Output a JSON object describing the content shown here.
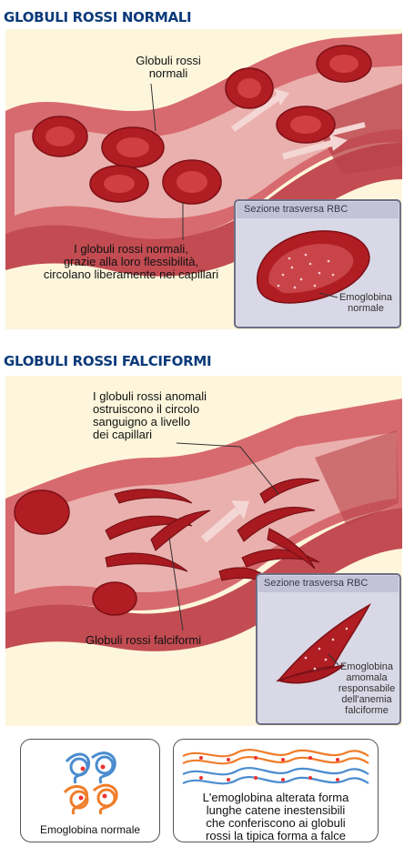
{
  "section_normal": {
    "title": "GLOBULI ROSSI NORMALI",
    "label_cells": "Globuli rossi\nnormali",
    "label_flow_1": "I globuli rossi normali,",
    "label_flow_2": "grazie alla loro flessibilità,",
    "label_flow_3": "circolano liberamente nei capillari",
    "inset_title": "Sezione trasversa RBC",
    "inset_label_1": "Emoglobina",
    "inset_label_2": "normale"
  },
  "section_sickle": {
    "title": "GLOBULI ROSSI FALCIFORMI",
    "label_block_1": "I globuli rossi anomali",
    "label_block_2": "ostruiscono il circolo",
    "label_block_3": "sanguigno a livello",
    "label_block_4": "dei capillari",
    "label_cells": "Globuli rossi falciformi",
    "inset_title": "Sezione trasversa RBC",
    "inset_label_1": "Emoglobina",
    "inset_label_2": "amomala",
    "inset_label_3": "responsabile",
    "inset_label_4": "dell'anemia",
    "inset_label_5": "falciforme"
  },
  "cards": {
    "normal_caption": "Emoglobina normale",
    "altered_1": "L'emoglobina alterata forma",
    "altered_2": "lunghe catene inestensibili",
    "altered_3": "che conferiscono ai globuli",
    "altered_4": "rossi la tipica forma a falce"
  },
  "colors": {
    "title": "#0b3a7a",
    "panel_bg": "#fdf6dc",
    "vessel": "#c9585c",
    "vessel_inner": "#e8a7a4",
    "cell": "#b01d22",
    "inset_bg": "#d9d8e6",
    "hb_blue": "#4a8ccf",
    "hb_orange": "#ef7d2a"
  }
}
